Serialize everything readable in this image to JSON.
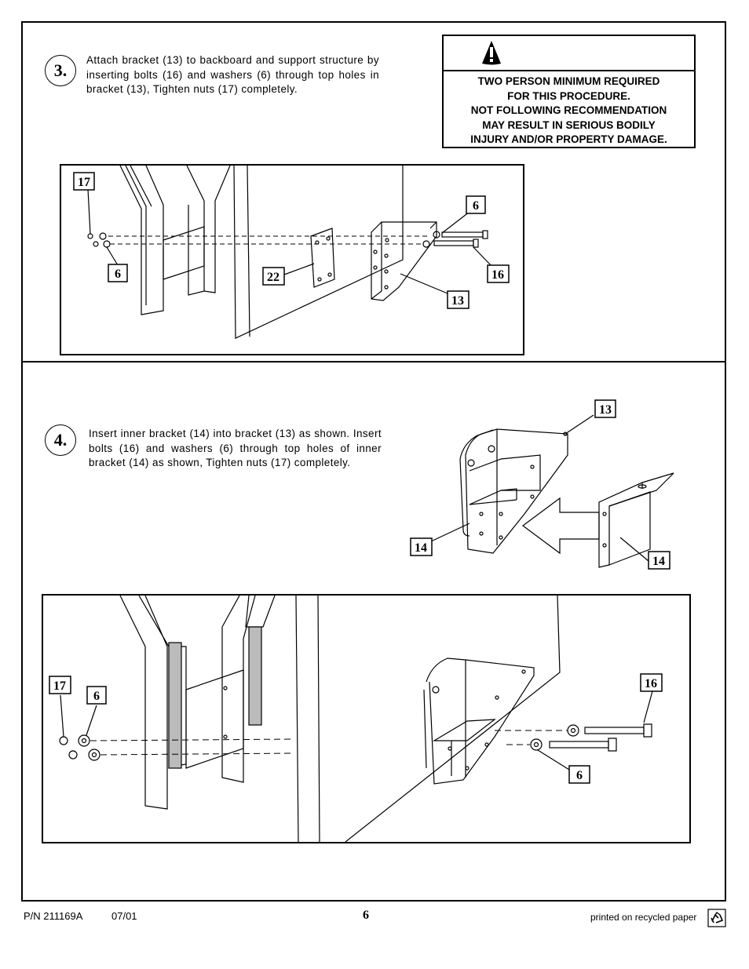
{
  "step3": {
    "number": "3.",
    "text": "Attach bracket (13) to backboard and support structure by inserting bolts (16) and washers (6) through top holes in bracket (13), Tighten nuts (17) completely."
  },
  "warning": {
    "icon": "warning-triangle-icon",
    "lines": [
      "TWO PERSON MINIMUM REQUIRED",
      "FOR THIS PROCEDURE.",
      "NOT FOLLOWING RECOMMENDATION",
      "MAY  RESULT IN SERIOUS BODILY",
      "INJURY AND/OR PROPERTY DAMAGE."
    ]
  },
  "diagram1": {
    "labels": [
      "17",
      "6",
      "22",
      "6",
      "16",
      "13"
    ]
  },
  "step4": {
    "number": "4.",
    "text": "Insert inner bracket (14) into bracket (13) as shown. Insert bolts (16) and washers (6) through top holes of inner bracket (14) as shown, Tighten nuts (17) completely."
  },
  "diagram2": {
    "labels": [
      "13",
      "14",
      "14"
    ]
  },
  "diagram3": {
    "labels": [
      "17",
      "6",
      "16",
      "6"
    ]
  },
  "footer": {
    "part_number": "P/N 211169A",
    "date": "07/01",
    "page": "6",
    "recycled": "printed on recycled paper",
    "recycle_icon": "recycle-icon"
  }
}
